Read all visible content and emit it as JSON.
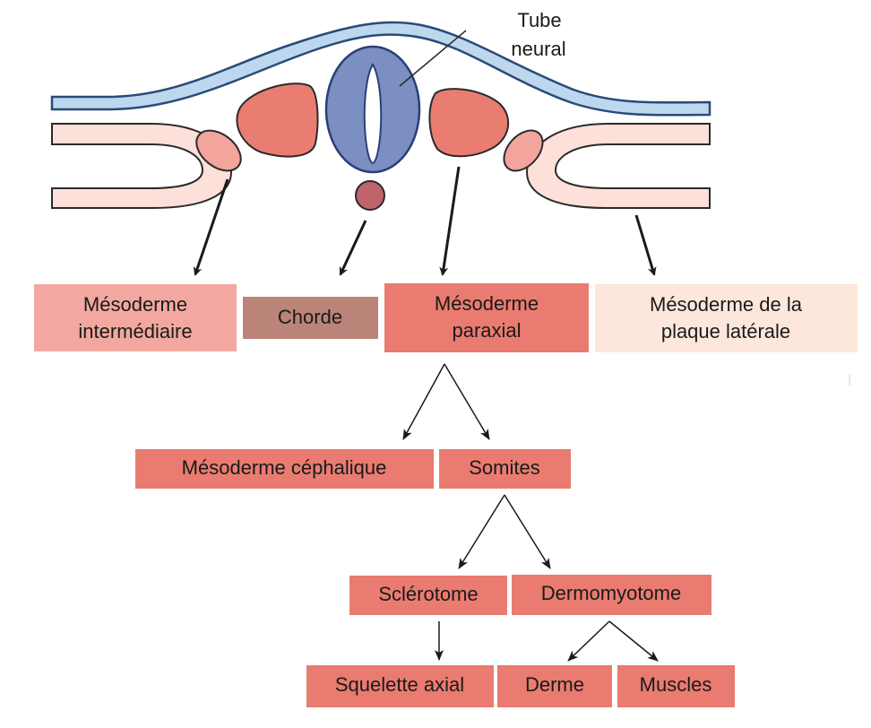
{
  "labels": {
    "neural_tube": [
      "Tube",
      "neural"
    ]
  },
  "boxes": {
    "intermediate": [
      "Mésoderme",
      "intermédiaire"
    ],
    "notochord": [
      "Chorde"
    ],
    "paraxial": [
      "Mésoderme",
      "paraxial"
    ],
    "lateral": [
      "Mésoderme de la",
      "plaque latérale"
    ],
    "cephalic": [
      "Mésoderme céphalique"
    ],
    "somites": [
      "Somites"
    ],
    "sclerotome": [
      "Sclérotome"
    ],
    "dermomyotome": [
      "Dermomyotome"
    ],
    "axial_skeleton": [
      "Squelette axial"
    ],
    "dermis": [
      "Derme"
    ],
    "muscles": [
      "Muscles"
    ]
  },
  "colors": {
    "ectoderm_fill": "#bcd7ee",
    "ectoderm_stroke": "#2a4a78",
    "neural_tube_fill": "#7b8fc3",
    "neural_tube_stroke": "#2a3f78",
    "paraxial_fill": "#ea7d72",
    "intermediate_fill": "#f2a49d",
    "lateral_fill": "#fde0da",
    "notochord_fill": "#c0636a",
    "box_intermediate": "#f2a8a0",
    "box_notochord": "#bb8479",
    "box_paraxial": "#ea7b70",
    "box_lateral": "#fde7dc",
    "box_derivative": "#ea7b70",
    "arrow": "#1a1a1a"
  }
}
